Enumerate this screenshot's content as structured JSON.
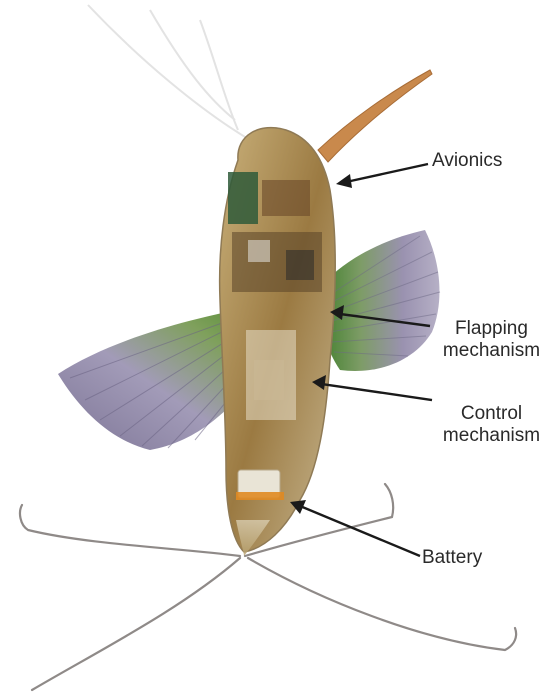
{
  "labels": {
    "avionics": "Avionics",
    "flapping": [
      "Flapping",
      "mechanism"
    ],
    "control": [
      "Control",
      "mechanism"
    ],
    "battery": "Battery"
  },
  "colors": {
    "background": "#ffffff",
    "text": "#2a2a2a",
    "arrow": "#1a1a1a",
    "wing_purple": "#8e86a6",
    "wing_green": "#5f8f3e",
    "body_gold": "#b08a4a",
    "beak": "#c9894c",
    "legs": "#8f8a88"
  }
}
